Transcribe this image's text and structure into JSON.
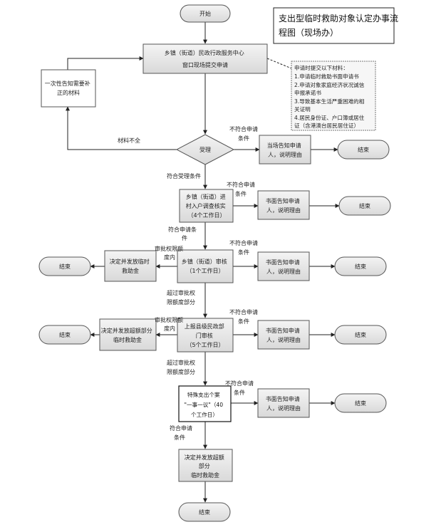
{
  "title": "支出型临时救助对象认定办事流程图（现场办）",
  "nodes": {
    "start": "开始",
    "center": [
      "乡镇（街道）民政行政服务中心",
      "窗口现场提交申请"
    ],
    "notify_once": [
      "一次性告知需要补",
      "正的材料"
    ],
    "accept": "受理",
    "onsite_notify": [
      "当场告知申请",
      "人，说明理由"
    ],
    "investigate": [
      "乡镇（街道）进",
      "村入户调查核实",
      "（4个工作日）"
    ],
    "written_notify_1": [
      "书面告知申请",
      "人，说明理由"
    ],
    "town_review": [
      "乡镇（街道）审核",
      "（1个工作日）"
    ],
    "written_notify_2": [
      "书面告知申请",
      "人，说明理由"
    ],
    "grant_town": [
      "决定并发放临时",
      "救助金"
    ],
    "county_review": [
      "上报县级民政部",
      "门审核",
      "（5个工作日）"
    ],
    "written_notify_3": [
      "书面告知申请",
      "人，说明理由"
    ],
    "grant_county": [
      "决定并发放超额部分",
      "临时救助金"
    ],
    "special": [
      "特殊支出个案",
      "\"一事一议\"（40",
      "个工作日）"
    ],
    "written_notify_4": [
      "书面告知申请",
      "人，说明理由"
    ],
    "grant_special": [
      "决定并发放超额",
      "部分",
      "临时救助金"
    ],
    "end": "结束"
  },
  "materials": [
    "申请时提交以下材料：",
    "1.申请临时救助书面申请书",
    "2.申请对象家庭经济状况诚信",
    "申报承诺书",
    "3.导致基本生活严重困难的相",
    "关证明",
    "4.居民身份证、户口簿或居住",
    "证（含港澳台居民居住证）"
  ],
  "edges": {
    "materials_incomplete": "材料不全",
    "not_eligible": [
      "不符合申请",
      "条件"
    ],
    "eligible_accept": "符合受理条件",
    "eligible_apply": [
      "符合申请条",
      "件"
    ],
    "within_limit": [
      "审批权限额",
      "度内"
    ],
    "over_limit": [
      "超过审批权",
      "限额度部分"
    ],
    "eligible_apply_2": [
      "符合申请",
      "条件"
    ]
  }
}
